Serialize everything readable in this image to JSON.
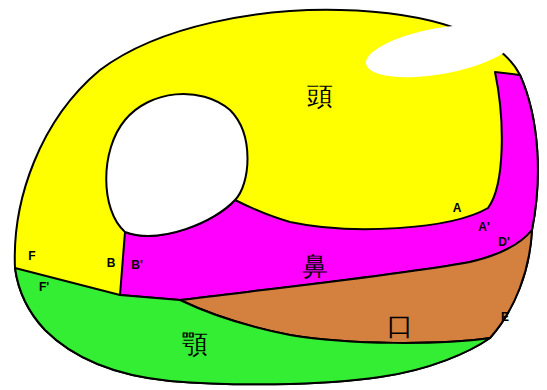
{
  "diagram": {
    "nodes": [
      {
        "text": [
          "頭"
        ]
      },
      {
        "text": [
          "鼻"
        ]
      },
      {
        "text": [
          "口"
        ]
      },
      {
        "text": [
          "顎"
        ]
      }
    ],
    "labels": [
      "A",
      "A'",
      "D'",
      "F",
      "B",
      "B'",
      "F'",
      "E"
    ]
  }
}
